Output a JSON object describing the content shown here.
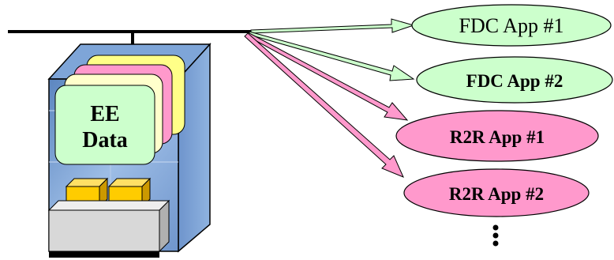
{
  "equipment": {
    "label_line1": "EE",
    "label_line2": "Data"
  },
  "apps": [
    {
      "label": "FDC App #1",
      "kind": "FDC",
      "fill": "#ccffcc",
      "bold": false
    },
    {
      "label": "FDC App #2",
      "kind": "FDC",
      "fill": "#ccffcc",
      "bold": true
    },
    {
      "label": "R2R App #1",
      "kind": "R2R",
      "fill": "#ff99cc",
      "bold": true
    },
    {
      "label": "R2R App #2",
      "kind": "R2R",
      "fill": "#ff99cc",
      "bold": true
    }
  ],
  "continuation": "more-apps-ellipsis",
  "colors": {
    "fdc_arrow": "#ccffcc",
    "r2r_arrow": "#ff99cc",
    "tower_blue": "#8fb3e0",
    "tower_dark_blue": "#5c86c0",
    "card_yellow": "#ffff88",
    "card_pink": "#ff99cc",
    "card_cream": "#ffffcc",
    "card_green": "#ccffcc",
    "box_gold": "#ffcc00",
    "drawer_gray": "#d8d8d8"
  }
}
